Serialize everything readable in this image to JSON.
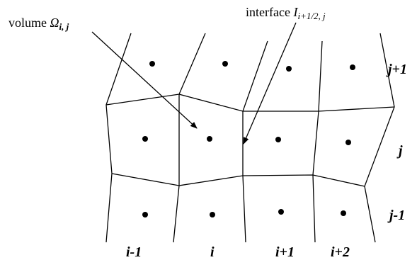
{
  "labels": {
    "volume": {
      "text": "volume ",
      "symbol": "Ω",
      "subscript": "i, j"
    },
    "interface": {
      "text": "interface ",
      "symbol": "I",
      "subscript": "i+1/2, j"
    }
  },
  "column_indices": [
    "i-1",
    "i",
    "i+1",
    "i+2"
  ],
  "row_indices": [
    "j+1",
    "j",
    "j-1"
  ]
}
